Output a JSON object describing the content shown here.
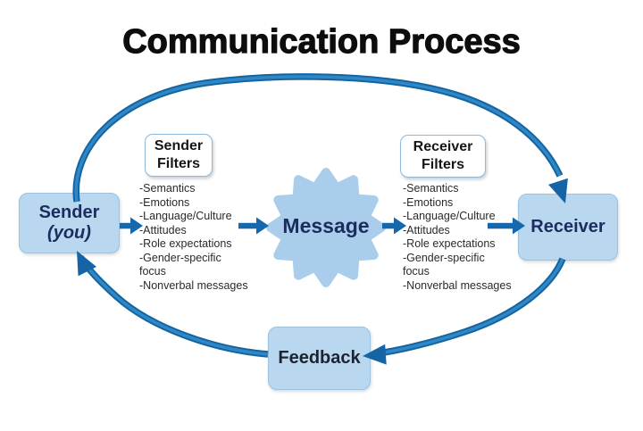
{
  "title": "Communication Process",
  "nodes": {
    "sender": {
      "label": "Sender",
      "sublabel": "(you)"
    },
    "message": {
      "label": "Message"
    },
    "receiver": {
      "label": "Receiver"
    },
    "feedback": {
      "label": "Feedback"
    }
  },
  "filters": {
    "sender": {
      "heading": "Sender Filters",
      "lines": [
        "-Semantics",
        "-Emotions",
        "-Language/Culture",
        "-Attitudes",
        "-Role expectations",
        "-Gender-specific",
        "focus",
        "-Nonverbal messages"
      ]
    },
    "receiver": {
      "heading": "Receiver Filters",
      "lines": [
        "-Semantics",
        "-Emotions",
        "-Language/Culture",
        "-Attitudes",
        "-Role expectations",
        "-Gender-specific",
        "focus",
        "-Nonverbal messages"
      ]
    }
  },
  "colors": {
    "flow_blue_dark": "#14659f",
    "flow_blue_light": "#2f87c8",
    "arrow_blue": "#1568ab",
    "node_fill": "#b9d8ef",
    "star_fill": "#a9cdea",
    "label_navy": "#1b2d5e",
    "title_color": "#0d0d0d"
  }
}
